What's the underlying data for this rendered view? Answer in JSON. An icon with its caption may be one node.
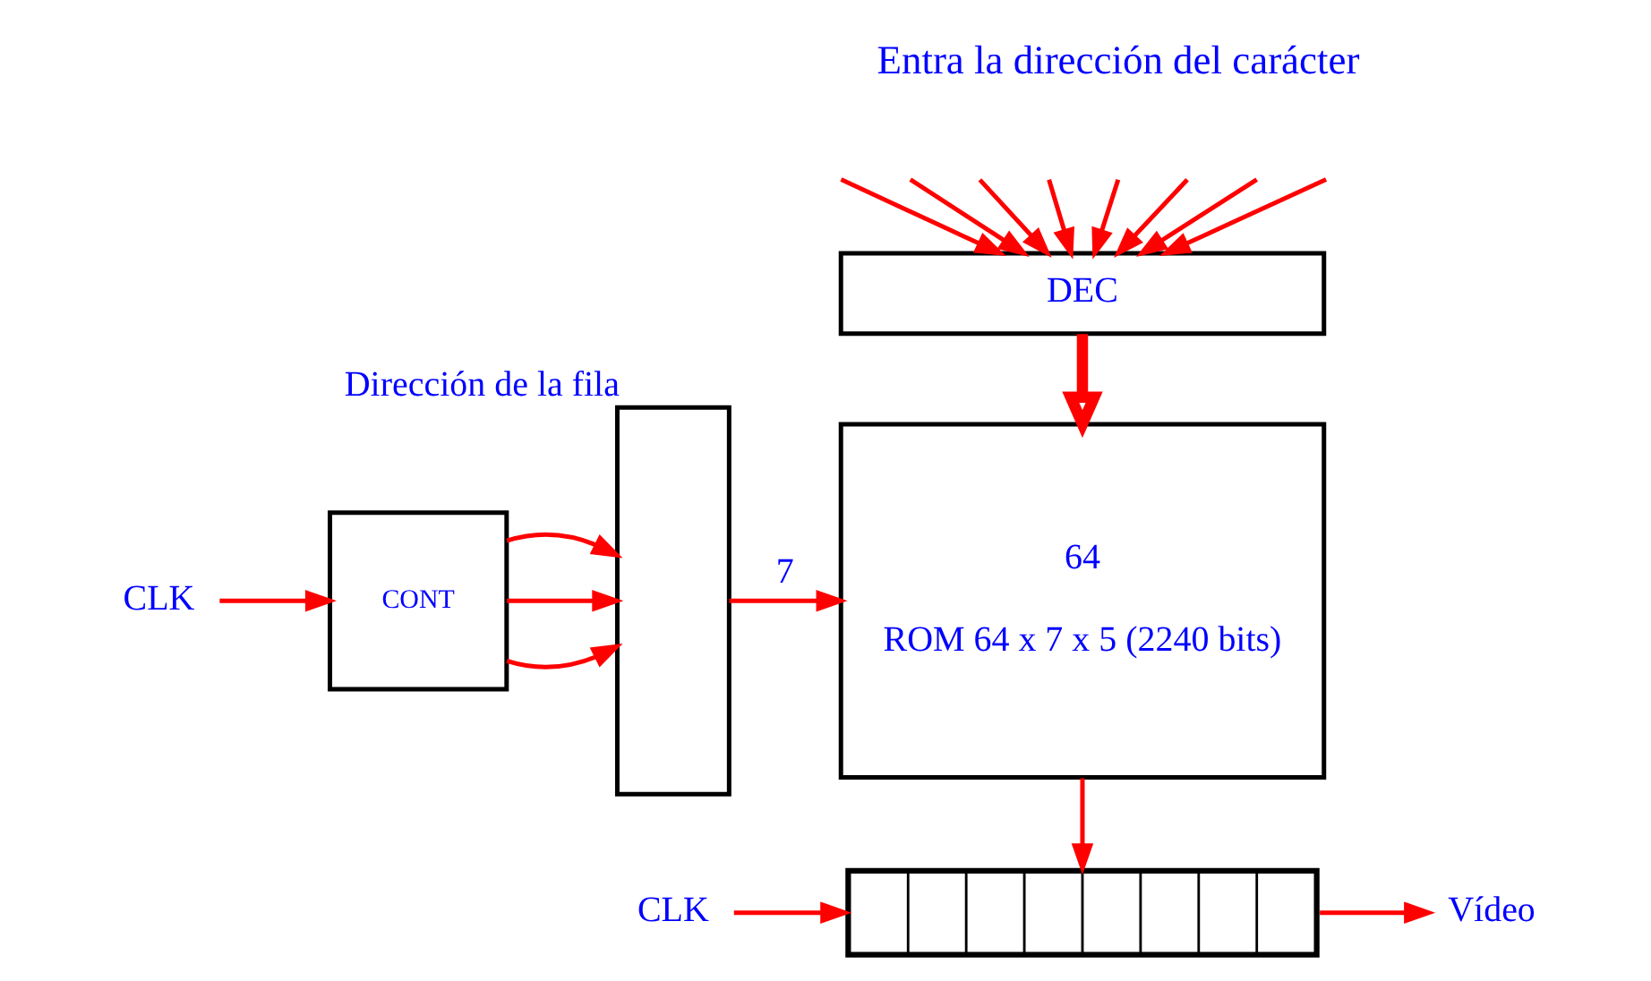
{
  "diagram": {
    "nodes": [
      {
        "text": [
          "DEC"
        ]
      },
      {
        "text": [
          "64",
          "ROM 64 x 7 x 5 (2240 bits)"
        ]
      },
      {
        "text": [
          "CONT"
        ]
      },
      {
        "text": [],
        "shape": "box",
        "beside": [
          "Dirección de la fila"
        ]
      },
      {
        "text": [],
        "shape": "box"
      },
      {
        "text": [
          "CLK"
        ]
      },
      {
        "text": [
          "CLK"
        ]
      },
      {
        "text": [
          "Vídeo"
        ]
      }
    ],
    "edges": [
      {
        "from": null,
        "to": 0,
        "arrow": "to"
      },
      {
        "from": null,
        "to": 0,
        "arrow": "to"
      },
      {
        "from": null,
        "to": 0,
        "arrow": "to"
      },
      {
        "from": null,
        "to": 0,
        "arrow": "to"
      },
      {
        "from": null,
        "to": 0,
        "arrow": "to"
      },
      {
        "from": null,
        "to": 0,
        "arrow": "to"
      },
      {
        "from": null,
        "to": 0,
        "arrow": "to"
      },
      {
        "from": null,
        "to": 0,
        "arrow": "to"
      },
      {
        "from": 0,
        "to": 1,
        "arrow": "to",
        "style": "thick"
      },
      {
        "from": 5,
        "to": 2,
        "arrow": "to"
      },
      {
        "from": 2,
        "to": 3,
        "arrow": "to"
      },
      {
        "from": 2,
        "to": 3,
        "arrow": "to"
      },
      {
        "from": 2,
        "to": 3,
        "arrow": "to"
      },
      {
        "from": 3,
        "to": 1,
        "arrow": "to",
        "label": "7"
      },
      {
        "from": 1,
        "to": 4,
        "arrow": "to"
      },
      {
        "from": 6,
        "to": 4,
        "arrow": "to"
      },
      {
        "from": 4,
        "to": 7,
        "arrow": "to"
      }
    ],
    "labels": [
      "Entra la dirección del carácter"
    ]
  }
}
